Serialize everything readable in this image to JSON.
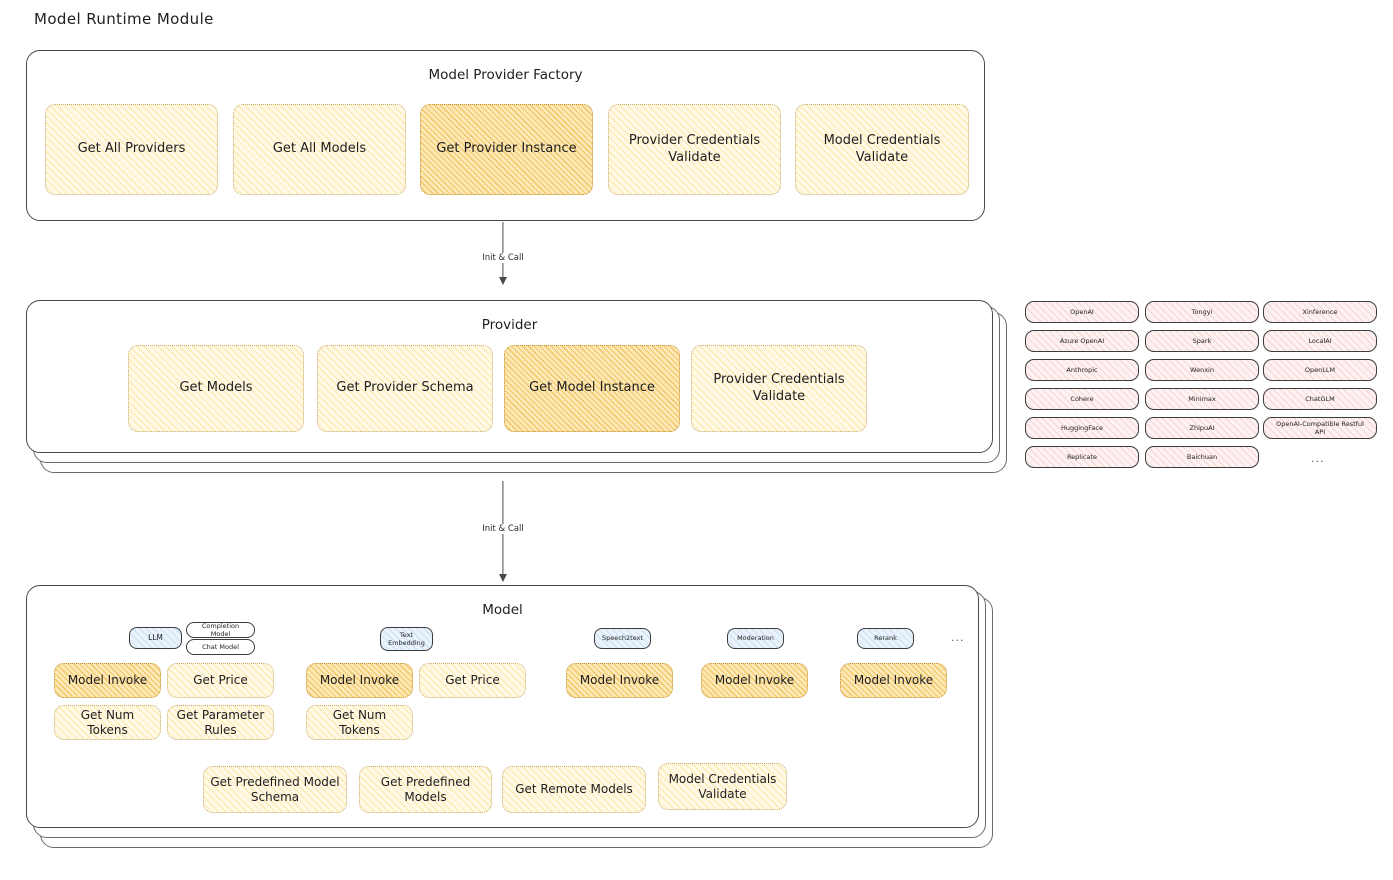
{
  "page": {
    "title": "Model Runtime Module"
  },
  "factory": {
    "title": "Model Provider Factory",
    "nodes": [
      {
        "label": "Get All Providers",
        "highlight": false
      },
      {
        "label": "Get All Models",
        "highlight": false
      },
      {
        "label": "Get Provider Instance",
        "highlight": true
      },
      {
        "label": "Provider Credentials Validate",
        "highlight": false
      },
      {
        "label": "Model Credentials Validate",
        "highlight": false
      }
    ]
  },
  "arrow1": {
    "label": "Init & Call"
  },
  "provider": {
    "title": "Provider",
    "nodes": [
      {
        "label": "Get Models",
        "highlight": false
      },
      {
        "label": "Get Provider Schema",
        "highlight": false
      },
      {
        "label": "Get Model Instance",
        "highlight": true
      },
      {
        "label": "Provider Credentials Validate",
        "highlight": false
      }
    ]
  },
  "provider_list": {
    "col1": [
      "OpenAI",
      "Azure OpenAI",
      "Anthropic",
      "Cohere",
      "HuggingFace",
      "Replicate"
    ],
    "col2": [
      "Tongyi",
      "Spark",
      "Wenxin",
      "Minimax",
      "ZhipuAI",
      "Baichuan"
    ],
    "col3": [
      "Xinference",
      "LocalAI",
      "OpenLLM",
      "ChatGLM",
      "OpenAI-Compatible Restful API"
    ],
    "more": "..."
  },
  "arrow2": {
    "label": "Init & Call"
  },
  "model": {
    "title": "Model",
    "more": "...",
    "types": [
      {
        "badge": "LLM",
        "sub_badges": [
          "Completion Model",
          "Chat Model"
        ],
        "ops_row1": [
          {
            "label": "Model Invoke",
            "highlight": true
          },
          {
            "label": "Get Price",
            "highlight": false
          }
        ],
        "ops_row2": [
          {
            "label": "Get Num Tokens",
            "highlight": false
          },
          {
            "label": "Get Parameter Rules",
            "highlight": false
          }
        ]
      },
      {
        "badge": "Text Embedding",
        "sub_badges": [],
        "ops_row1": [
          {
            "label": "Model Invoke",
            "highlight": true
          },
          {
            "label": "Get Price",
            "highlight": false
          }
        ],
        "ops_row2": [
          {
            "label": "Get Num Tokens",
            "highlight": false
          }
        ]
      },
      {
        "badge": "Speech2text",
        "sub_badges": [],
        "ops_row1": [
          {
            "label": "Model Invoke",
            "highlight": true
          }
        ],
        "ops_row2": []
      },
      {
        "badge": "Moderation",
        "sub_badges": [],
        "ops_row1": [
          {
            "label": "Model Invoke",
            "highlight": true
          }
        ],
        "ops_row2": []
      },
      {
        "badge": "Rerank",
        "sub_badges": [],
        "ops_row1": [
          {
            "label": "Model Invoke",
            "highlight": true
          }
        ],
        "ops_row2": []
      }
    ],
    "bottom_ops": [
      "Get Predefined Model Schema",
      "Get Predefined Models",
      "Get Remote Models",
      "Model Credentials Validate"
    ]
  },
  "colors": {
    "highlight_fill": "#fde9b8",
    "node_fill": "#fff9e6",
    "provider_chip_fill": "#fdf1f1",
    "badge_fill": "#eaf3fb",
    "stroke": "#1e1e1e"
  }
}
